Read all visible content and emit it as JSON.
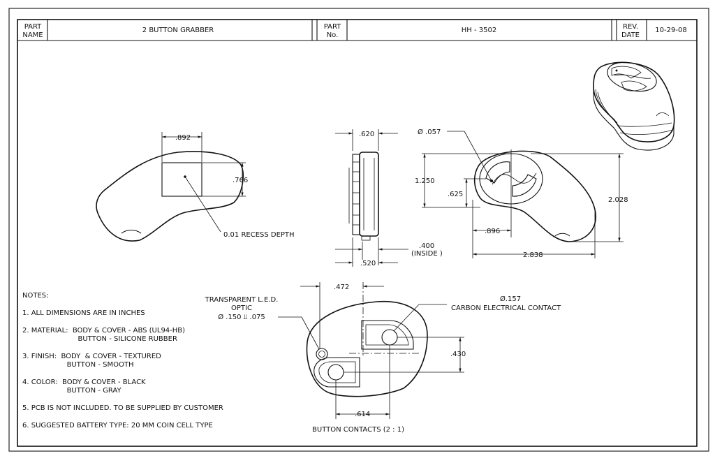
{
  "title_block": {
    "part_name_label": [
      "PART",
      "NAME"
    ],
    "part_name": "2 BUTTON GRABBER",
    "part_no_label": [
      "PART",
      "No."
    ],
    "part_no": "HH - 3502",
    "rev_date_label": [
      "REV.",
      "DATE"
    ],
    "rev_date": "10-29-08"
  },
  "dimensions": {
    "recess_width": ".892",
    "recess_height": ".766",
    "recess_depth": "0.01 RECESS DEPTH",
    "side_thickness": ".620",
    "side_base": ".520",
    "inside_depth": ".400",
    "inside_label": "(INSIDE )",
    "led_hole": "Ø .057",
    "front_height": "1.250",
    "button_offset_v": ".625",
    "overall_height": "2.028",
    "button_offset_h": ".896",
    "overall_width": "2.838",
    "led_offset": ".472",
    "contact_dia": "Ø.157",
    "contact_label": "CARBON ELECTRICAL CONTACT",
    "contact_height": ".430",
    "contact_spacing": ".614"
  },
  "callouts": {
    "led_line1": "TRANSPARENT L.E.D.",
    "led_line2": "OPTIC",
    "led_line3": "Ø .150   ⫫ .075",
    "button_contacts": "BUTTON CONTACTS (2 : 1)"
  },
  "notes": {
    "heading": "NOTES:",
    "n1": "1. ALL DIMENSIONS ARE IN INCHES",
    "n2a": "2. MATERIAL:  BODY & COVER - ABS (UL94-HB)",
    "n2b": "                         BUTTON - SILICONE RUBBER",
    "n3a": "3. FINISH:  BODY  & COVER - TEXTURED",
    "n3b": "                    BUTTON - SMOOTH",
    "n4a": "4. COLOR:  BODY & COVER - BLACK",
    "n4b": "                    BUTTON - GRAY",
    "n5": "5. PCB IS NOT INCLUDED. TO BE SUPPLIED BY CUSTOMER",
    "n6": "6. SUGGESTED BATTERY TYPE: 20 MM COIN CELL TYPE"
  }
}
